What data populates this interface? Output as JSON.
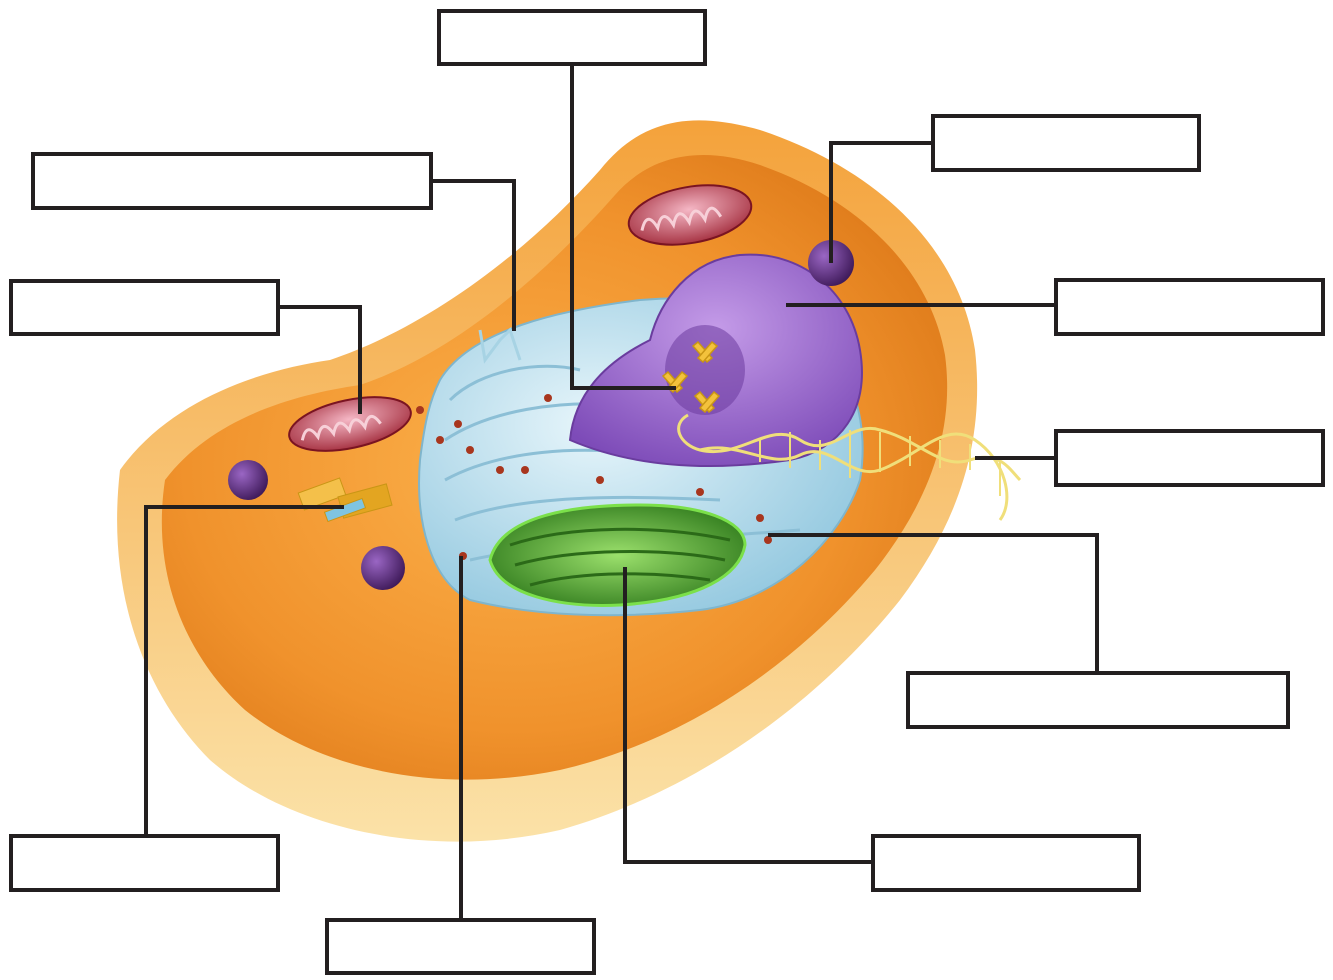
{
  "diagram": {
    "kind": "animal-cell-labeling-worksheet",
    "colors": {
      "cytoplasm": "#f0922c",
      "membrane": "#f7b657",
      "endoplasmic_reticulum": "#bfe4f3",
      "nucleus": "#9b6fd0",
      "golgi": "#4f9c2d",
      "mitochondria": "#b8323f",
      "vesicle": "#5b2d78",
      "chromosome": "#f3c23c",
      "dna": "#f0df7a",
      "ribosome": "#a8361e",
      "centriole": "#e3a521",
      "leader_line": "#231f20"
    },
    "labels": [
      {
        "id": "label-1",
        "text": ""
      },
      {
        "id": "label-2",
        "text": ""
      },
      {
        "id": "label-3",
        "text": ""
      },
      {
        "id": "label-4",
        "text": ""
      },
      {
        "id": "label-5",
        "text": ""
      },
      {
        "id": "label-6",
        "text": ""
      },
      {
        "id": "label-7",
        "text": ""
      },
      {
        "id": "label-8",
        "text": ""
      },
      {
        "id": "label-9",
        "text": ""
      },
      {
        "id": "label-10",
        "text": ""
      },
      {
        "id": "label-11",
        "text": ""
      }
    ]
  }
}
